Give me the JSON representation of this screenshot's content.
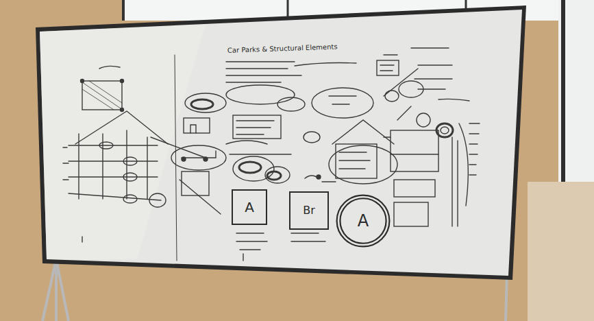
{
  "diagram": {
    "nodes": [
      {
        "text": [
          "A"
        ]
      },
      {
        "text": [
          "Br"
        ]
      },
      {
        "text": [
          "A"
        ]
      }
    ],
    "labels": [
      "Car Parks & Structural Elements"
    ]
  }
}
